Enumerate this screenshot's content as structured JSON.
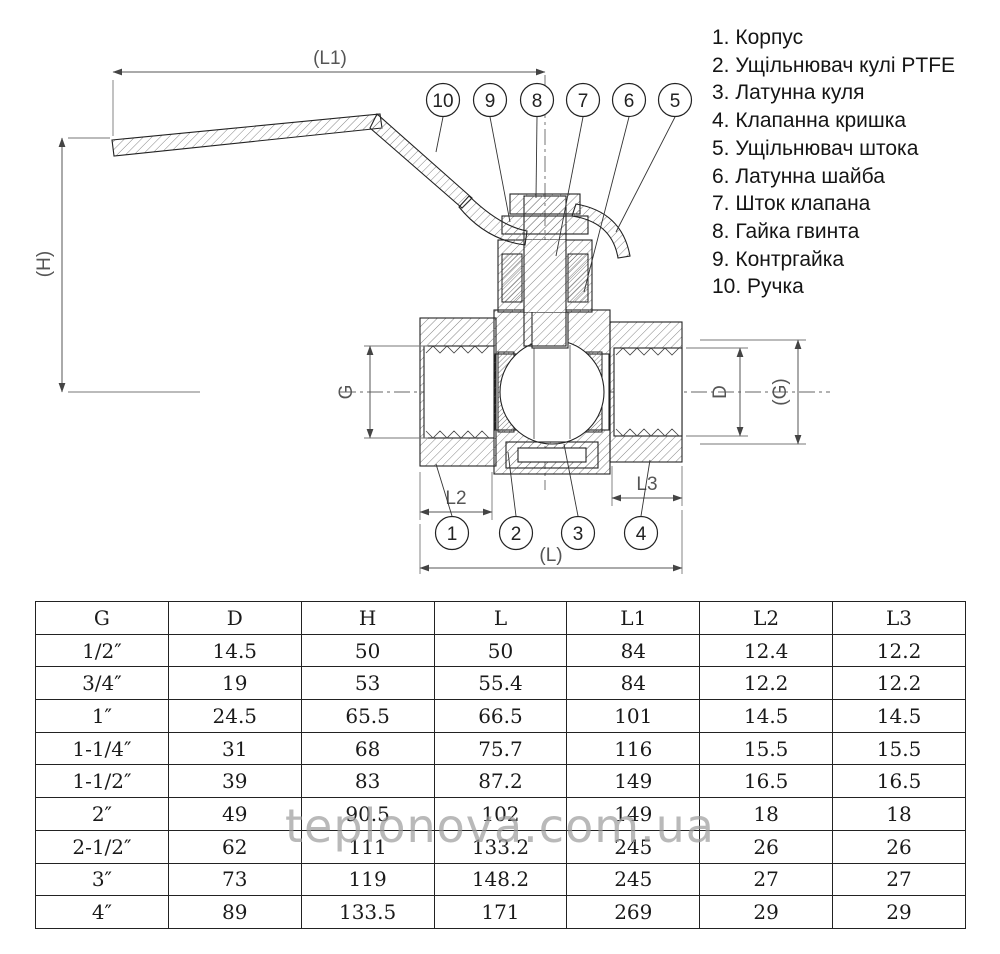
{
  "legend": {
    "items": [
      "1. Корпус",
      "2. Ущільнювач кулі PTFE",
      "3. Латунна куля",
      "4. Клапанна кришка",
      "5. Ущільнювач штока",
      "6. Латунна шайба",
      "7. Шток клапана",
      "8. Гайка гвинта",
      "9. Контргайка",
      "10. Ручка"
    ]
  },
  "drawing": {
    "dims": {
      "L1": "(L1)",
      "H": "(H)",
      "G": "G",
      "D": "D",
      "G2": "(G)",
      "L2": "L2",
      "L3": "L3",
      "L": "(L)"
    },
    "callouts": {
      "c1": "1",
      "c2": "2",
      "c3": "3",
      "c4": "4",
      "c5": "5",
      "c6": "6",
      "c7": "7",
      "c8": "8",
      "c9": "9",
      "c10": "10"
    }
  },
  "table": {
    "headers": [
      "G",
      "D",
      "H",
      "L",
      "L1",
      "L2",
      "L3"
    ],
    "rows": [
      [
        "1/2″",
        "14.5",
        "50",
        "50",
        "84",
        "12.4",
        "12.2"
      ],
      [
        "3/4″",
        "19",
        "53",
        "55.4",
        "84",
        "12.2",
        "12.2"
      ],
      [
        "1″",
        "24.5",
        "65.5",
        "66.5",
        "101",
        "14.5",
        "14.5"
      ],
      [
        "1-1/4″",
        "31",
        "68",
        "75.7",
        "116",
        "15.5",
        "15.5"
      ],
      [
        "1-1/2″",
        "39",
        "83",
        "87.2",
        "149",
        "16.5",
        "16.5"
      ],
      [
        "2″",
        "49",
        "90.5",
        "102",
        "149",
        "18",
        "18"
      ],
      [
        "2-1/2″",
        "62",
        "111",
        "133.2",
        "245",
        "26",
        "26"
      ],
      [
        "3″",
        "73",
        "119",
        "148.2",
        "245",
        "27",
        "27"
      ],
      [
        "4″",
        "89",
        "133.5",
        "171",
        "269",
        "29",
        "29"
      ]
    ]
  },
  "watermark": "teplonova.com.ua"
}
